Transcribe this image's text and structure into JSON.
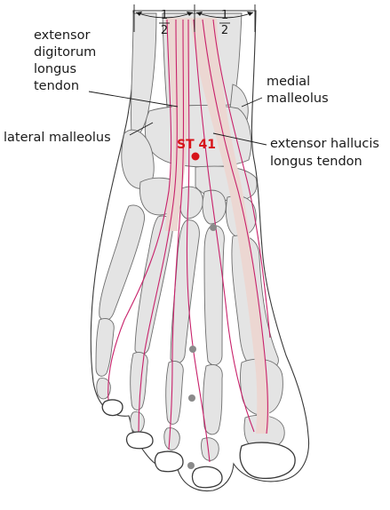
{
  "labels": {
    "extensor_digitorum": [
      "extensor",
      "digitorum",
      "longus",
      "tendon"
    ],
    "medial_malleolus": [
      "medial",
      "malleolus"
    ],
    "lateral_malleolus": "lateral malleolus",
    "extensor_hallucis": [
      "extensor hallucis",
      "longus tendon"
    ]
  },
  "measure": {
    "left": {
      "num": "1",
      "den": "2"
    },
    "right": {
      "num": "1",
      "den": "2"
    }
  },
  "point": {
    "label": "ST 41",
    "color": "#d7141a"
  },
  "colors": {
    "tendon_fill": "#ecd7d2",
    "tendon_line": "#c8226b",
    "bone": "#e4e4e4",
    "marker_dots": "#8a8a8a"
  }
}
